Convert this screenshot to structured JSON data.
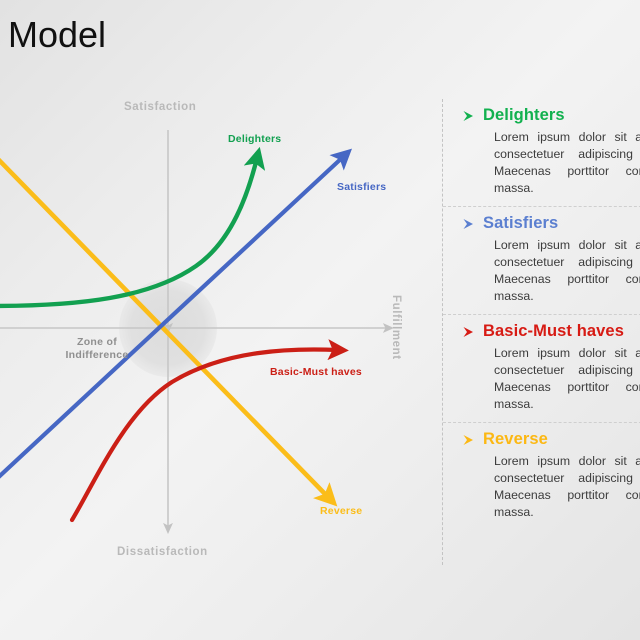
{
  "slide": {
    "title": "Model",
    "background_color": "#ececec"
  },
  "diagram": {
    "axes": {
      "vertical_top_label": "Satisfaction",
      "vertical_bottom_label": "Dissatisfaction",
      "horizontal_label": "Fulfillment",
      "axis_color": "#c8c8c8"
    },
    "zone_label": "Zone of\nIndifference",
    "zone_label_line1": "Zone of",
    "zone_label_line2": "Indifference",
    "zone_circle_color": "#e0e0e0",
    "curves": [
      {
        "name": "delighters",
        "label": "Delighters",
        "color": "#12a050"
      },
      {
        "name": "satisfiers",
        "label": "Satisfiers",
        "color": "#4667c4"
      },
      {
        "name": "basic_must_haves",
        "label": "Basic-Must haves",
        "color": "#cb1f16"
      },
      {
        "name": "reverse",
        "label": "Reverse",
        "color": "#fbbd1a"
      }
    ]
  },
  "panel": {
    "items": [
      {
        "title": "Delighters",
        "color": "#12b14f",
        "body": "Lorem ipsum dolor sit amet, consectetuer adipiscing elit. Maecenas porttitor congue massa."
      },
      {
        "title": "Satisfiers",
        "color": "#5b7fd0",
        "body": "Lorem ipsum dolor sit amet, consectetuer adipiscing elit. Maecenas porttitor congue massa."
      },
      {
        "title": "Basic-Must haves",
        "color": "#d71b14",
        "body": "Lorem ipsum dolor sit amet, consectetuer adipiscing elit. Maecenas porttitor congue massa."
      },
      {
        "title": "Reverse",
        "color": "#fcb813",
        "body": "Lorem ipsum dolor sit amet, consectetuer adipiscing elit. Maecenas porttitor congue massa."
      }
    ]
  }
}
